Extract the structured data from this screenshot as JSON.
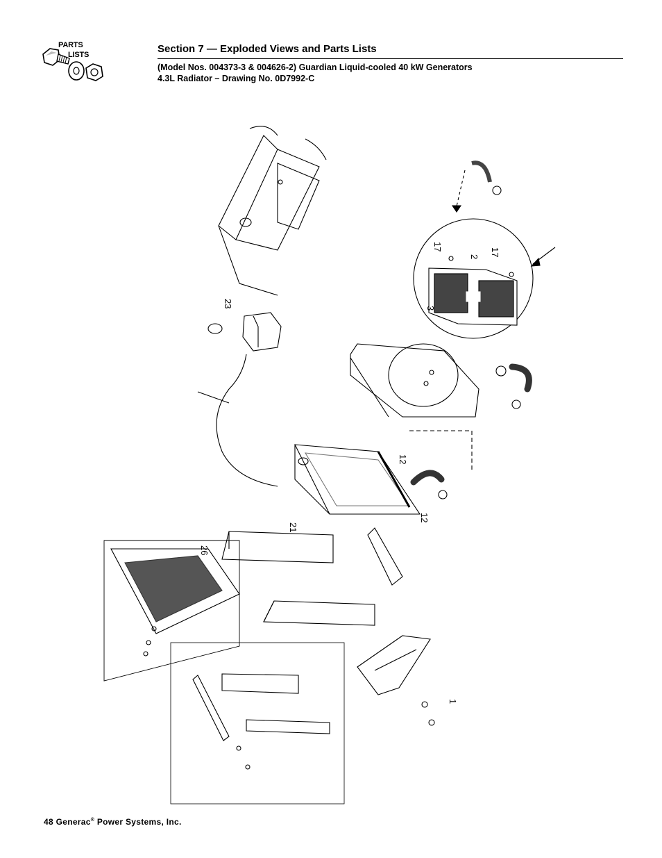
{
  "logo": {
    "line1": "PARTS",
    "line2": "LISTS"
  },
  "header": {
    "section_title": "Section 7 — Exploded Views and Parts Lists",
    "subtitle_line1": "(Model Nos. 004373-3 & 004626-2) Guardian Liquid-cooled 40 kW Generators",
    "subtitle_line2": "4.3L Radiator – Drawing No. 0D7992-C"
  },
  "drawing": {
    "callouts": [
      "23",
      "17",
      "2",
      "17",
      "3",
      "12",
      "12",
      "21",
      "26",
      "1"
    ]
  },
  "footer": {
    "page_number": "48",
    "company": "Generac",
    "registered": "®",
    "company_rest": " Power Systems, Inc."
  }
}
